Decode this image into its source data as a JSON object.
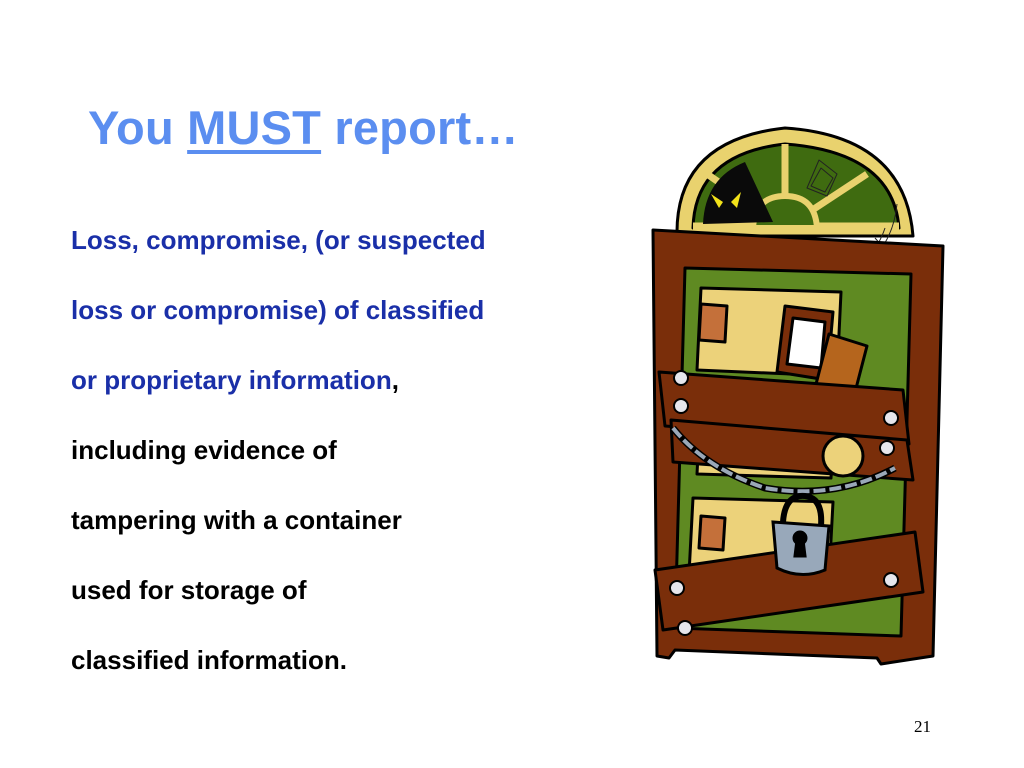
{
  "slide": {
    "title_prefix": "You ",
    "title_emphasis": "MUST",
    "title_suffix": " report…",
    "lines": [
      {
        "text": "Loss, compromise, (or suspected",
        "color": "#1a2fa8"
      },
      {
        "text": "loss or compromise) of classified",
        "color": "#1a2fa8"
      },
      {
        "text": "or proprietary information",
        "color": "#1a2fa8",
        "tail": ","
      },
      {
        "text": "including evidence of",
        "color": "#000000"
      },
      {
        "text": "tampering with a container",
        "color": "#000000"
      },
      {
        "text": "used for storage of",
        "color": "#000000"
      },
      {
        "text": "classified information.",
        "color": "#000000"
      }
    ],
    "page_number": "21"
  }
}
